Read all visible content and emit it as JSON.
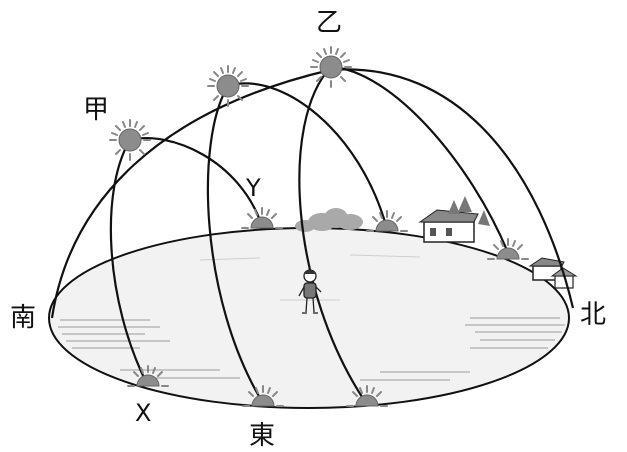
{
  "labels": {
    "south": "南",
    "north": "北",
    "east": "東",
    "sun_jia": "甲",
    "sun_yi": "乙",
    "point_x": "X",
    "point_y": "Y"
  },
  "colors": {
    "line": "#111111",
    "sun_fill": "#8c8c8c",
    "ground": "#f2f2f2",
    "hatch": "#9a9a9a"
  },
  "icons": {
    "sun": "sun-icon",
    "observer": "person-icon",
    "house": "house-icon",
    "tree": "tree-icon"
  }
}
